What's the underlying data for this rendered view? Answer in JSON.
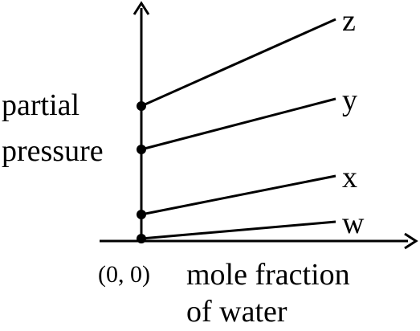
{
  "chart_data": {
    "type": "line",
    "title": "",
    "xlabel_lines": [
      "mole fraction",
      "of water"
    ],
    "ylabel_lines": [
      "partial",
      "pressure"
    ],
    "origin_label": "(0, 0)",
    "grid": false,
    "legend": "none",
    "series": [
      {
        "name": "w",
        "x": [
          0,
          1
        ],
        "y": [
          0.5,
          4.0
        ]
      },
      {
        "name": "x",
        "x": [
          0,
          1
        ],
        "y": [
          5.5,
          13.5
        ]
      },
      {
        "name": "y",
        "x": [
          0,
          1
        ],
        "y": [
          19.0,
          29.5
        ]
      },
      {
        "name": "z",
        "x": [
          0,
          1
        ],
        "y": [
          28.0,
          46.0
        ]
      }
    ]
  }
}
